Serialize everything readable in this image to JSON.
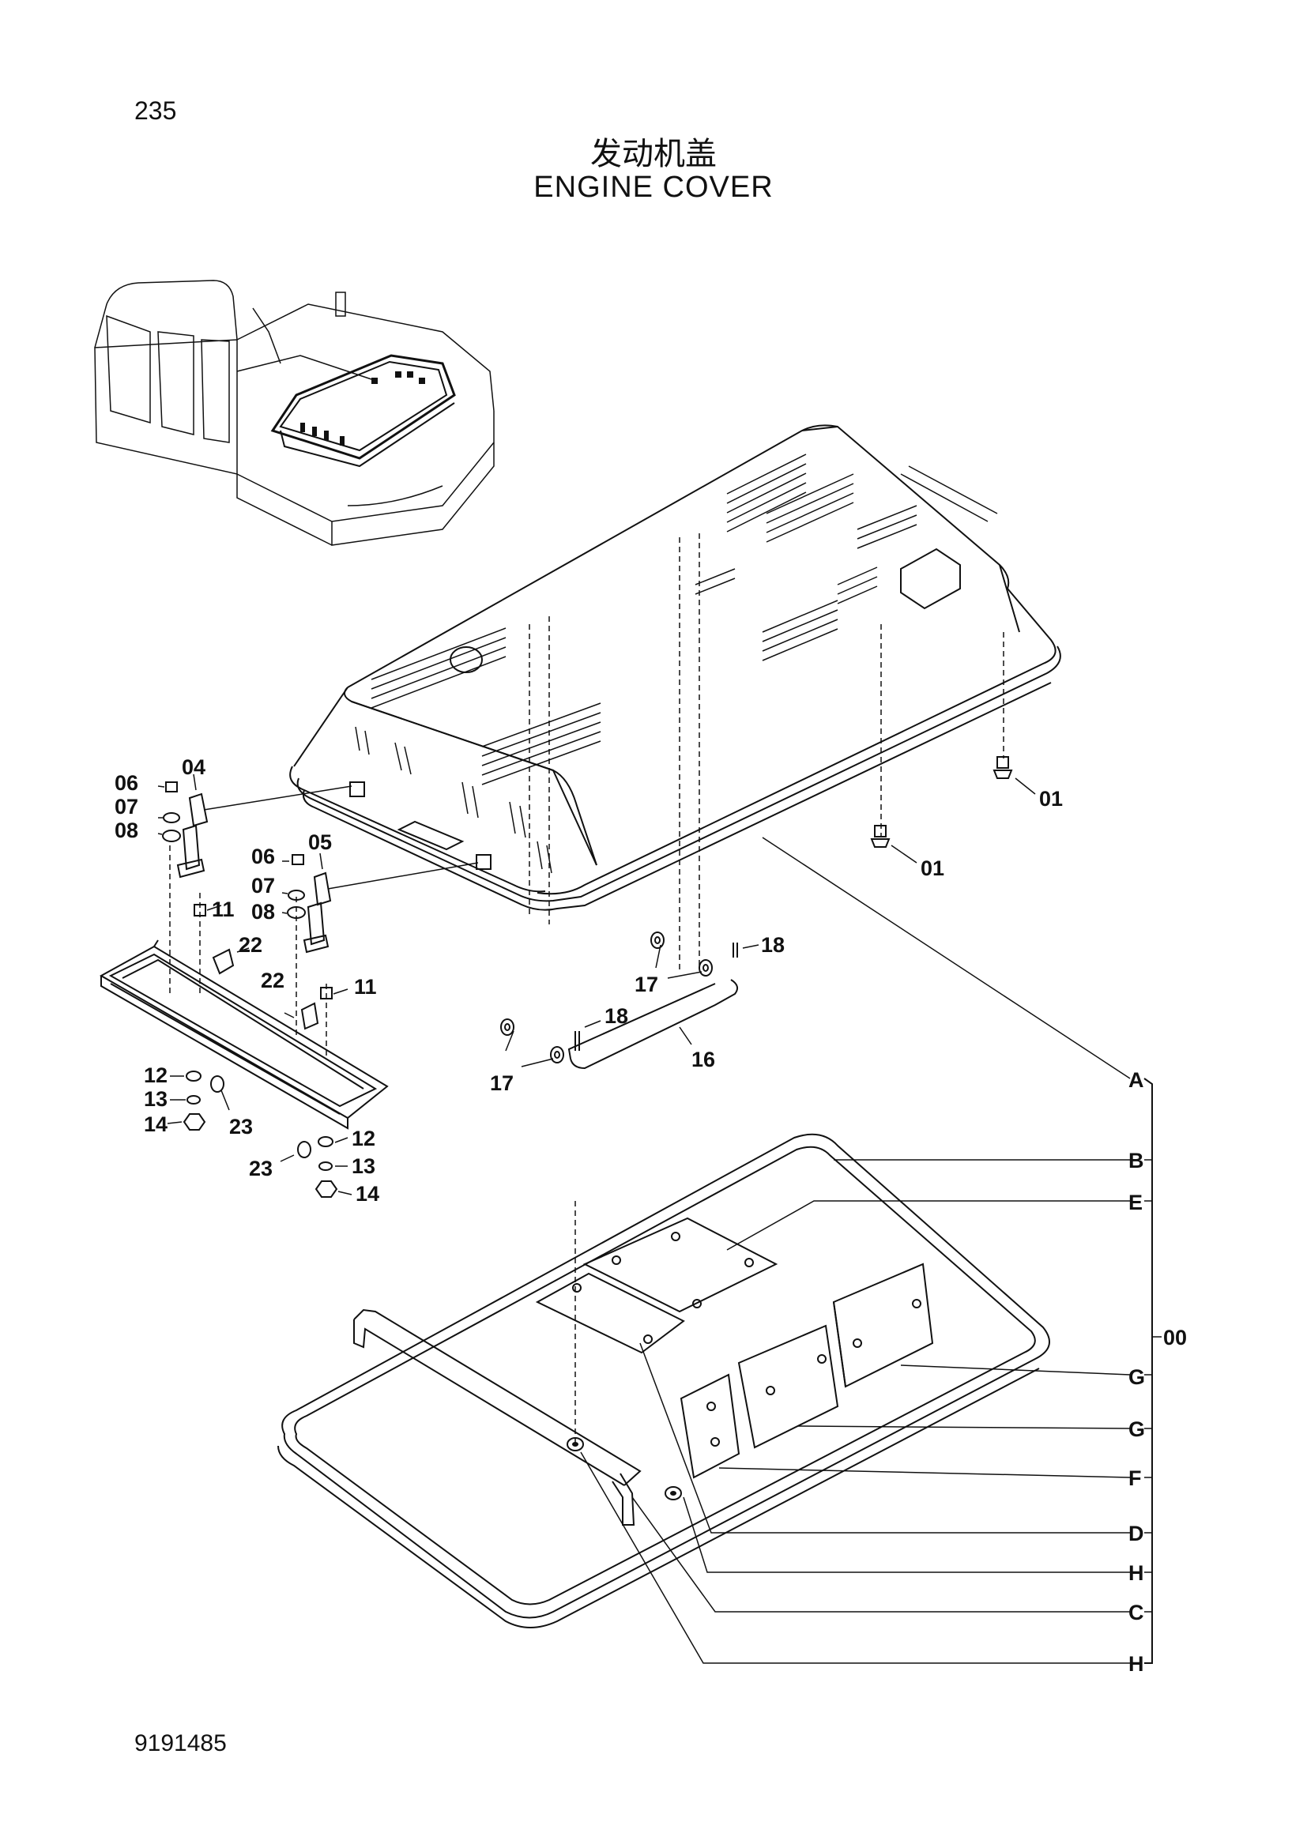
{
  "page_number": "235",
  "title_cn": "发动机盖",
  "title_en": "ENGINE COVER",
  "doc_number": "9191485",
  "callouts": {
    "c01": "01",
    "c04": "04",
    "c05": "05",
    "c06": "06",
    "c07": "07",
    "c08": "08",
    "c11": "11",
    "c12": "12",
    "c13": "13",
    "c14": "14",
    "c16": "16",
    "c17": "17",
    "c18": "18",
    "c22": "22",
    "c23": "23",
    "cA": "A",
    "cB": "B",
    "cC": "C",
    "cD": "D",
    "cE": "E",
    "cF": "F",
    "cG": "G",
    "cH": "H",
    "c00": "00"
  }
}
